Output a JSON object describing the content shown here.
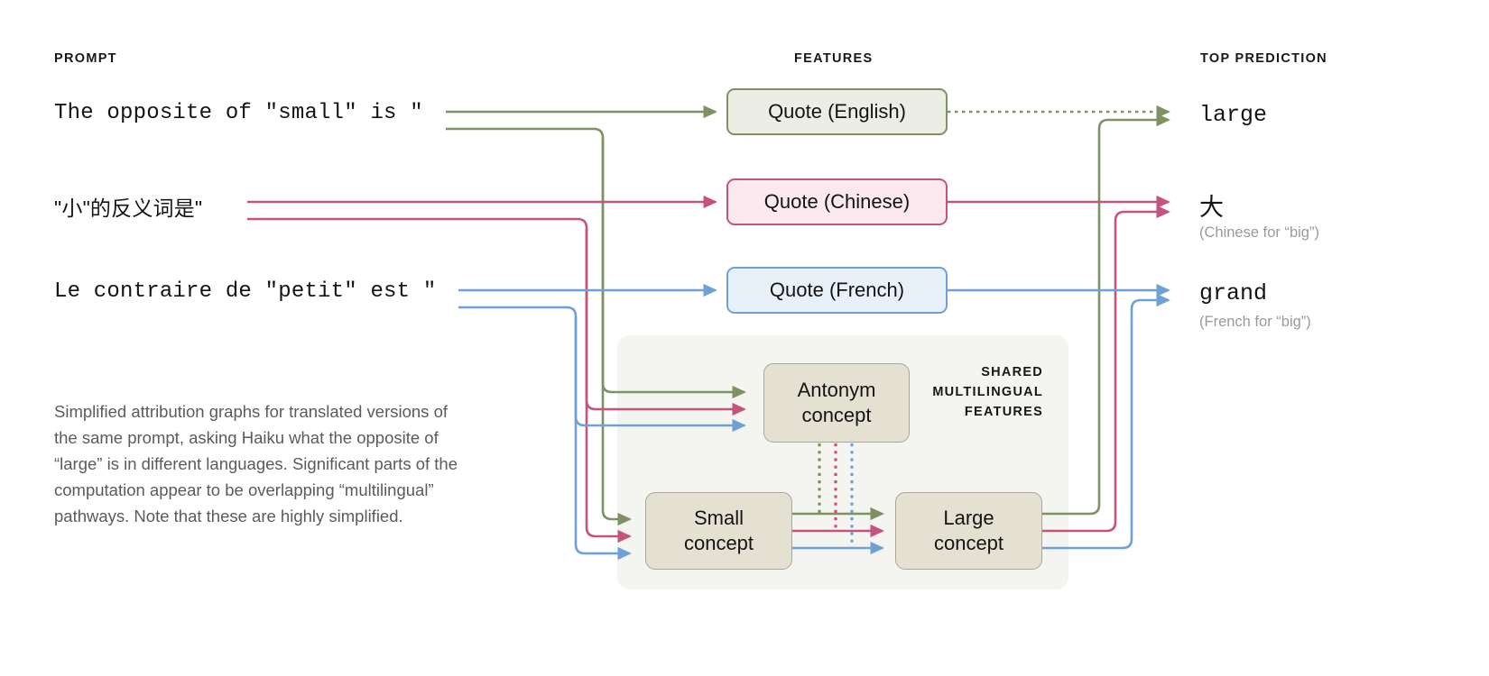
{
  "headers": {
    "prompt": "PROMPT",
    "features": "FEATURES",
    "top_prediction": "TOP PREDICTION"
  },
  "colors": {
    "english": "#7d9161",
    "chinese": "#c4537e",
    "french": "#6fa0d6",
    "panel_bg": "#f4f4f1",
    "concept_fill": "#e4e1d3",
    "concept_border": "#a9a699",
    "quote_en_fill": "#eceee6",
    "quote_zh_fill": "#fbe9ef",
    "quote_fr_fill": "#e8f0fa",
    "caption_text": "#5b5b5b",
    "pred_sub_text": "#9a9a9a"
  },
  "rows": [
    {
      "lang": "english",
      "prompt": "The opposite of \"small\" is \"",
      "feature": "Quote (English)",
      "prediction": "large",
      "prediction_note": ""
    },
    {
      "lang": "chinese",
      "prompt": "\"小\"的反义词是\"",
      "feature": "Quote (Chinese)",
      "prediction": "大",
      "prediction_note": "(Chinese for “big”)"
    },
    {
      "lang": "french",
      "prompt": "Le contraire de \"petit\" est \"",
      "feature": "Quote (French)",
      "prediction": "grand",
      "prediction_note": "(French for “big”)"
    }
  ],
  "shared_panel": {
    "label_line1": "SHARED",
    "label_line2": "MULTILINGUAL",
    "label_line3": "FEATURES",
    "concepts": [
      {
        "id": "antonym",
        "line1": "Antonym",
        "line2": "concept"
      },
      {
        "id": "small",
        "line1": "Small",
        "line2": "concept"
      },
      {
        "id": "large",
        "line1": "Large",
        "line2": "concept"
      }
    ]
  },
  "caption": "Simplified attribution graphs for translated versions of the same prompt, asking Haiku what the opposite of “large” is in different languages. Significant parts of the computation appear to be overlapping “multilingual” pathways. Note that these are highly simplified."
}
